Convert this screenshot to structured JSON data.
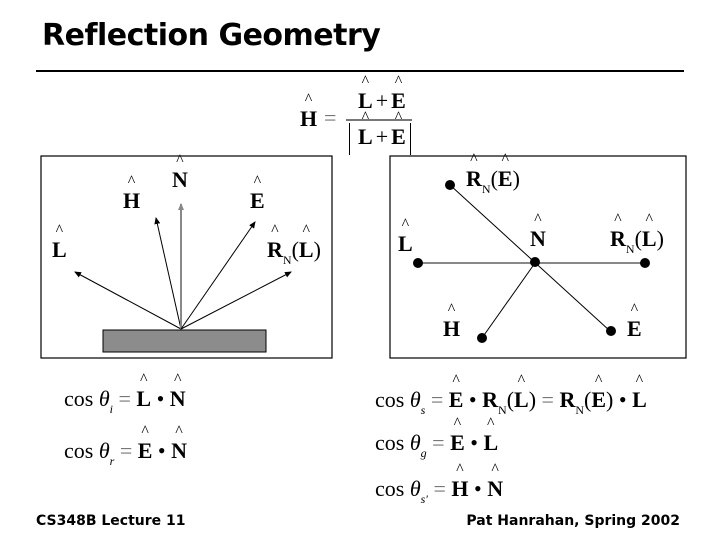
{
  "slide": {
    "title": "Reflection Geometry",
    "footer_left": "CS348B Lecture 11",
    "footer_right": "Pat Hanrahan, Spring 2002"
  },
  "half_vector_formula": {
    "lhs": "H",
    "equals": "=",
    "numerator": [
      "L",
      "+",
      "E"
    ],
    "denominator": [
      "L",
      "+",
      "E"
    ]
  },
  "left_diagram": {
    "labels": {
      "N": "N",
      "H": "H",
      "E": "E",
      "L": "L",
      "R": "R",
      "R_sub": "N",
      "R_arg_open": "(",
      "R_arg": "L",
      "R_arg_close": ")"
    },
    "colors": {
      "surface": "#8c8c8c",
      "normal": "#888888",
      "arrows": "#000000"
    }
  },
  "right_diagram": {
    "labels": {
      "RE": "R",
      "RE_sub": "N",
      "RE_arg_open": "(",
      "RE_arg": "E",
      "RE_arg_close": ")",
      "L": "L",
      "N": "N",
      "RL": "R",
      "RL_sub": "N",
      "RL_arg_open": "(",
      "RL_arg": "L",
      "RL_arg_close": ")",
      "H": "H",
      "E": "E"
    },
    "colors": {
      "horizontal_line": "#888888",
      "lines": "#000000"
    }
  },
  "equations_left": [
    {
      "cos": "cos",
      "theta": "θ",
      "sub": "i",
      "eq": "=",
      "a": "L",
      "dot": "•",
      "b": "N"
    },
    {
      "cos": "cos",
      "theta": "θ",
      "sub": "r",
      "eq": "=",
      "a": "E",
      "dot": "•",
      "b": "N"
    }
  ],
  "equations_right": [
    {
      "cos": "cos",
      "theta": "θ",
      "sub": "s",
      "eq": "=",
      "a": "E",
      "dot": "•",
      "r1": "R",
      "r1_sub": "N",
      "r1_arg": "L",
      "eq2": "=",
      "r2": "R",
      "r2_sub": "N",
      "r2_arg": "E",
      "dot2": "•",
      "b": "L"
    },
    {
      "cos": "cos",
      "theta": "θ",
      "sub": "g",
      "eq": "=",
      "a": "E",
      "dot": "•",
      "b": "L"
    },
    {
      "cos": "cos",
      "theta": "θ",
      "sub": "s′",
      "eq": "=",
      "a": "H",
      "dot": "•",
      "b": "N"
    }
  ]
}
